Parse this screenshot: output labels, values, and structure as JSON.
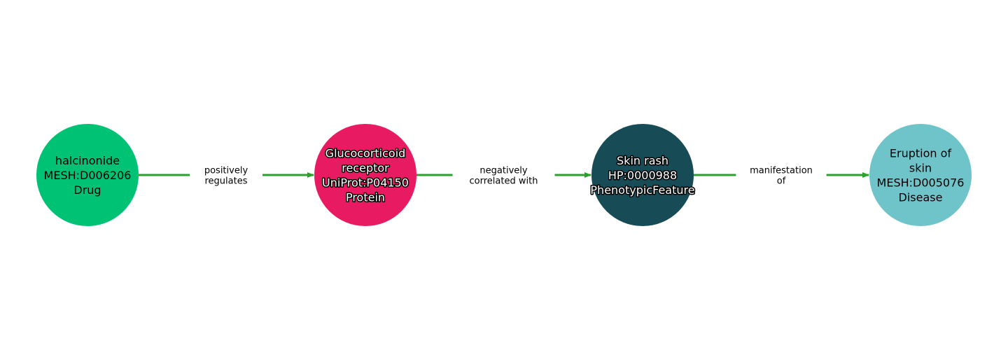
{
  "nodes": [
    {
      "lines": [
        "halcinonide",
        "MESH:D006206",
        "Drug"
      ],
      "color": "#00c274",
      "text_style": "plain"
    },
    {
      "lines": [
        "Glucocorticoid",
        "receptor",
        "UniProt:P04150",
        "Protein"
      ],
      "color": "#e81a62",
      "text_style": "outlined"
    },
    {
      "lines": [
        "Skin rash",
        "HP:0000988",
        "PhenotypicFeature"
      ],
      "color": "#174b56",
      "text_style": "outlined"
    },
    {
      "lines": [
        "Eruption of",
        "skin",
        "MESH:D005076",
        "Disease"
      ],
      "color": "#6fc4c9",
      "text_style": "plain"
    }
  ],
  "edges": [
    {
      "from": 0,
      "to": 1,
      "lines": [
        "positively",
        "regulates"
      ]
    },
    {
      "from": 1,
      "to": 2,
      "lines": [
        "negatively",
        "correlated with"
      ]
    },
    {
      "from": 2,
      "to": 3,
      "lines": [
        "manifestation",
        "of"
      ]
    }
  ],
  "edge_color": "#2ca02c"
}
